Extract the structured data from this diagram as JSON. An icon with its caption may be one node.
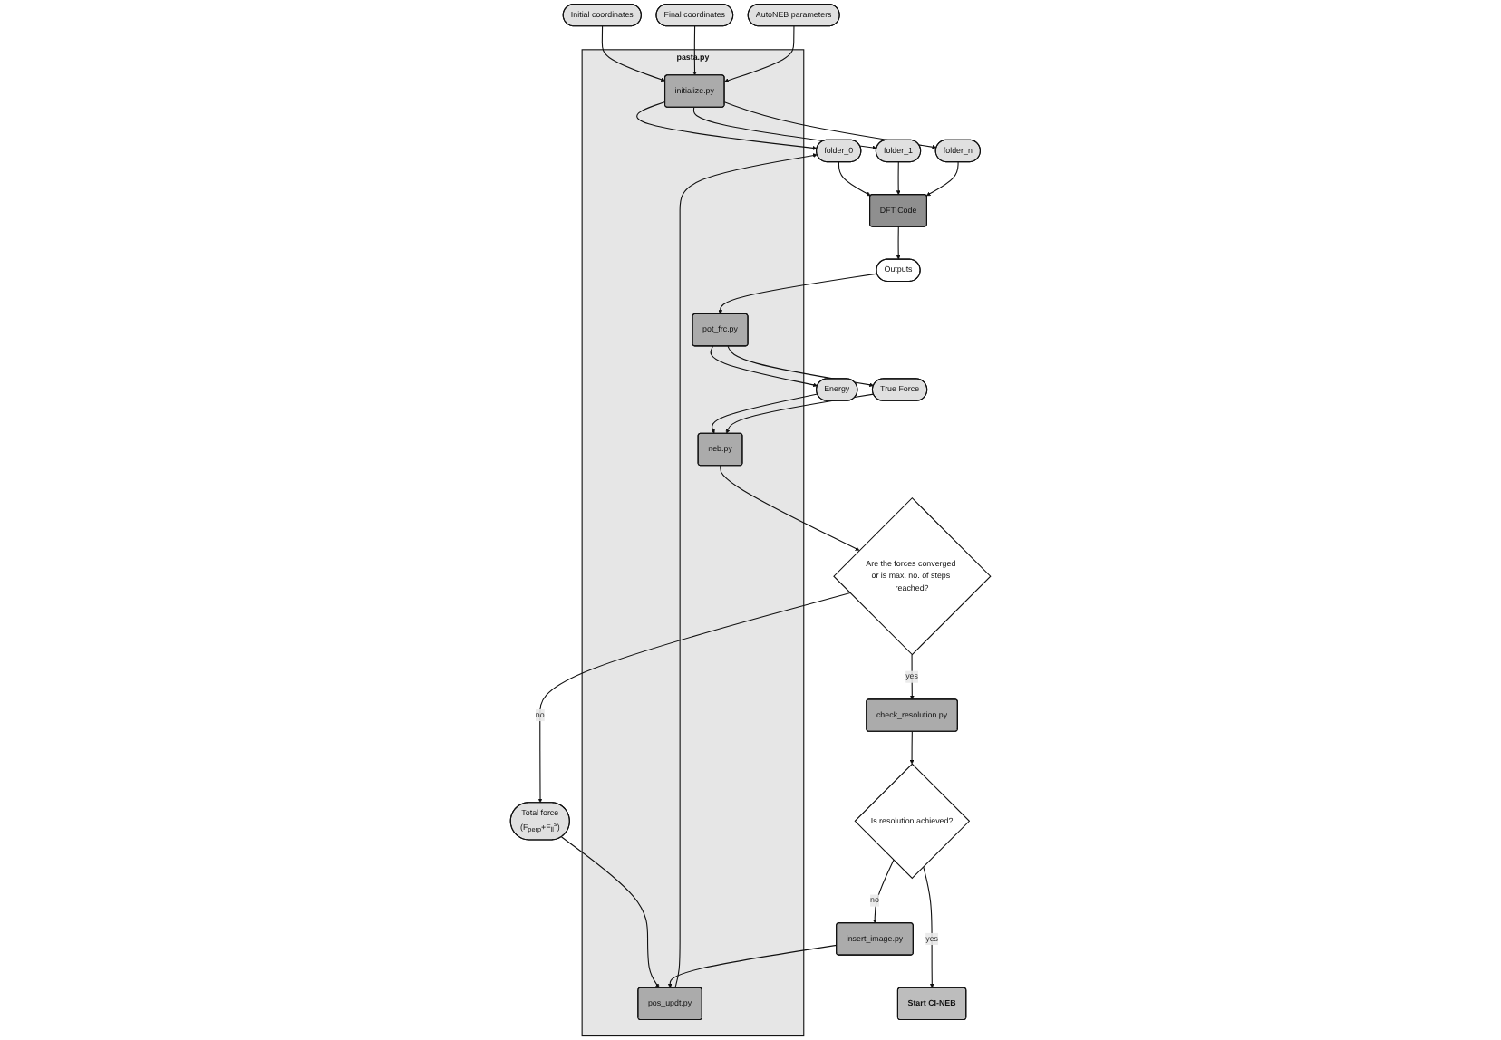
{
  "diagram": {
    "nodes": [
      {
        "text": [
          "pasta.py"
        ]
      },
      {
        "text": [
          "Initial coordinates"
        ]
      },
      {
        "text": [
          "Final coordinates"
        ]
      },
      {
        "text": [
          "AutoNEB parameters"
        ]
      },
      {
        "text": [
          "initialize.py"
        ],
        "in": 0
      },
      {
        "text": [
          "folder_0"
        ]
      },
      {
        "text": [
          "folder_1"
        ]
      },
      {
        "text": [
          "folder_n"
        ]
      },
      {
        "text": [
          "Energy"
        ]
      },
      {
        "text": [
          "True Force"
        ]
      },
      {
        "text": [
          "pot_frc.py"
        ],
        "in": 0
      },
      {
        "text": [
          "Outputs"
        ]
      },
      {
        "text": [
          "DFT Code"
        ]
      },
      {
        "text": [
          "Start CI-NEB"
        ]
      },
      {
        "text": [
          "neb.py"
        ],
        "in": 0
      },
      {
        "text": [
          "Are the forces converged or is max. no. of steps reached?"
        ]
      },
      {
        "text": [
          "check_resolution.py"
        ]
      },
      {
        "text": [
          "Is resolution achieved?"
        ]
      },
      {
        "text": [
          "Total force",
          "(F$_{perp}$+F$_{ll}$$^{s}$)"
        ]
      },
      {
        "text": [
          "pos_updt.py"
        ],
        "in": 0
      },
      {
        "text": [
          "insert_image.py"
        ]
      }
    ],
    "edges": [
      {
        "from": 1,
        "to": 4,
        "arrow": "to"
      },
      {
        "from": 2,
        "to": 4,
        "arrow": "to"
      },
      {
        "from": 3,
        "to": 4,
        "arrow": "to"
      },
      {
        "from": 4,
        "to": 5,
        "arrow": "to"
      },
      {
        "from": 4,
        "to": 6,
        "arrow": "to"
      },
      {
        "from": 4,
        "to": 7,
        "arrow": "to"
      },
      {
        "from": 5,
        "to": 12,
        "arrow": "to"
      },
      {
        "from": 6,
        "to": 12,
        "arrow": "to"
      },
      {
        "from": 7,
        "to": 12,
        "arrow": "to"
      },
      {
        "from": 12,
        "to": 11,
        "arrow": "to"
      },
      {
        "from": 11,
        "to": 10,
        "arrow": "to"
      },
      {
        "from": 10,
        "to": 8,
        "arrow": "to"
      },
      {
        "from": 10,
        "to": 9,
        "arrow": "to"
      },
      {
        "from": 8,
        "to": 14,
        "arrow": "to"
      },
      {
        "from": 9,
        "to": 14,
        "arrow": "to"
      },
      {
        "from": 14,
        "to": 15,
        "arrow": "to"
      },
      {
        "from": 15,
        "to": 16,
        "label": "yes",
        "arrow": "to"
      },
      {
        "from": 15,
        "to": 18,
        "label": "no",
        "arrow": "to"
      },
      {
        "from": 16,
        "to": 17,
        "arrow": "to"
      },
      {
        "from": 17,
        "to": 13,
        "label": "yes",
        "arrow": "to"
      },
      {
        "from": 17,
        "to": 20,
        "label": "no",
        "arrow": "to"
      },
      {
        "from": 18,
        "to": 19,
        "arrow": "to"
      },
      {
        "from": 20,
        "to": 19,
        "arrow": "to"
      },
      {
        "from": 19,
        "to": 5,
        "arrow": "to"
      }
    ]
  }
}
